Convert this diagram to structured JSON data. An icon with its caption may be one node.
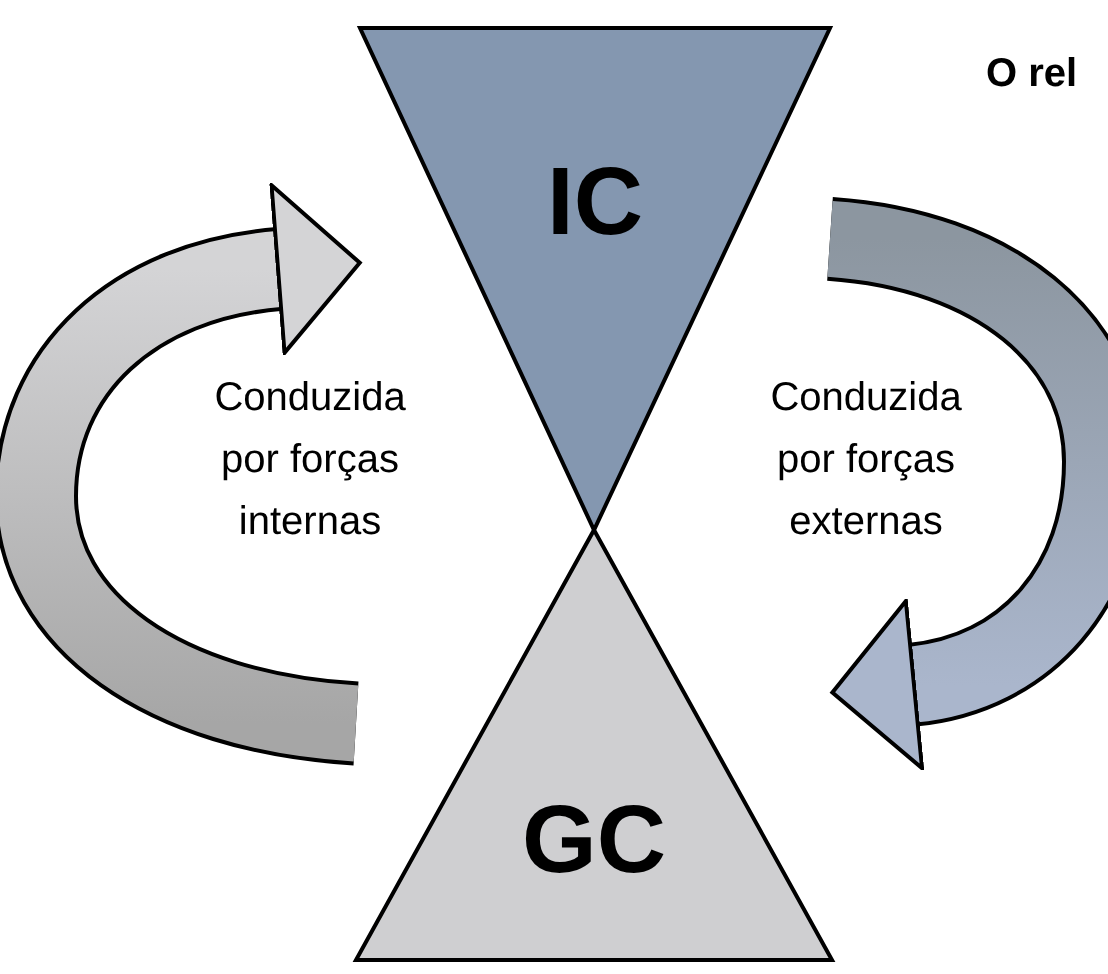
{
  "diagram": {
    "title": "O rel",
    "nodes": [
      {
        "text": [
          "IC"
        ]
      },
      {
        "text": [
          "GC"
        ]
      }
    ],
    "edges": [
      {
        "from": 1,
        "to": 0,
        "arrow": "to",
        "label": "Conduzida por forças internas"
      },
      {
        "from": 0,
        "to": 1,
        "arrow": "to",
        "label": "Conduzida por forças externas"
      }
    ]
  }
}
